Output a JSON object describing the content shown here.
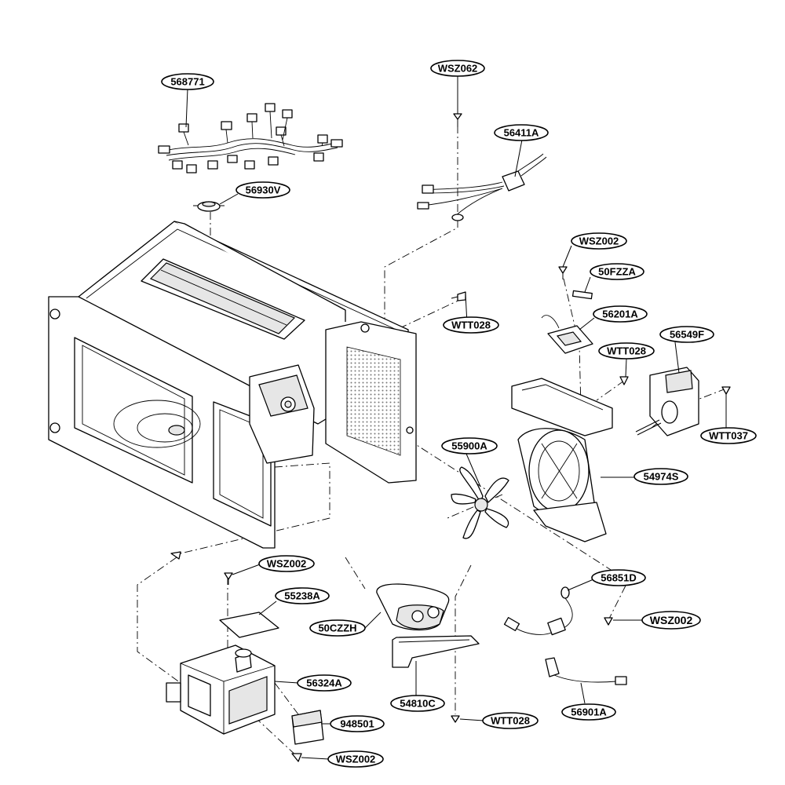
{
  "parts": [
    {
      "id": "p1",
      "label": "568771"
    },
    {
      "id": "p2",
      "label": "WSZ062"
    },
    {
      "id": "p3",
      "label": "56411A"
    },
    {
      "id": "p4",
      "label": "56930V"
    },
    {
      "id": "p5",
      "label": "WSZ002"
    },
    {
      "id": "p6",
      "label": "50FZZA"
    },
    {
      "id": "p7",
      "label": "56201A"
    },
    {
      "id": "p8",
      "label": "WTT028"
    },
    {
      "id": "p9",
      "label": "56549F"
    },
    {
      "id": "p10",
      "label": "WTT028"
    },
    {
      "id": "p11",
      "label": "WTT037"
    },
    {
      "id": "p12",
      "label": "55900A"
    },
    {
      "id": "p13",
      "label": "54974S"
    },
    {
      "id": "p14",
      "label": "WSZ002"
    },
    {
      "id": "p15",
      "label": "55238A"
    },
    {
      "id": "p16",
      "label": "56851D"
    },
    {
      "id": "p17",
      "label": "50CZZH"
    },
    {
      "id": "p18",
      "label": "WSZ002"
    },
    {
      "id": "p19",
      "label": "56324A"
    },
    {
      "id": "p20",
      "label": "54810C"
    },
    {
      "id": "p21",
      "label": "56901A"
    },
    {
      "id": "p22",
      "label": "WTT028"
    },
    {
      "id": "p23",
      "label": "948501"
    },
    {
      "id": "p24",
      "label": "WSZ002"
    }
  ]
}
